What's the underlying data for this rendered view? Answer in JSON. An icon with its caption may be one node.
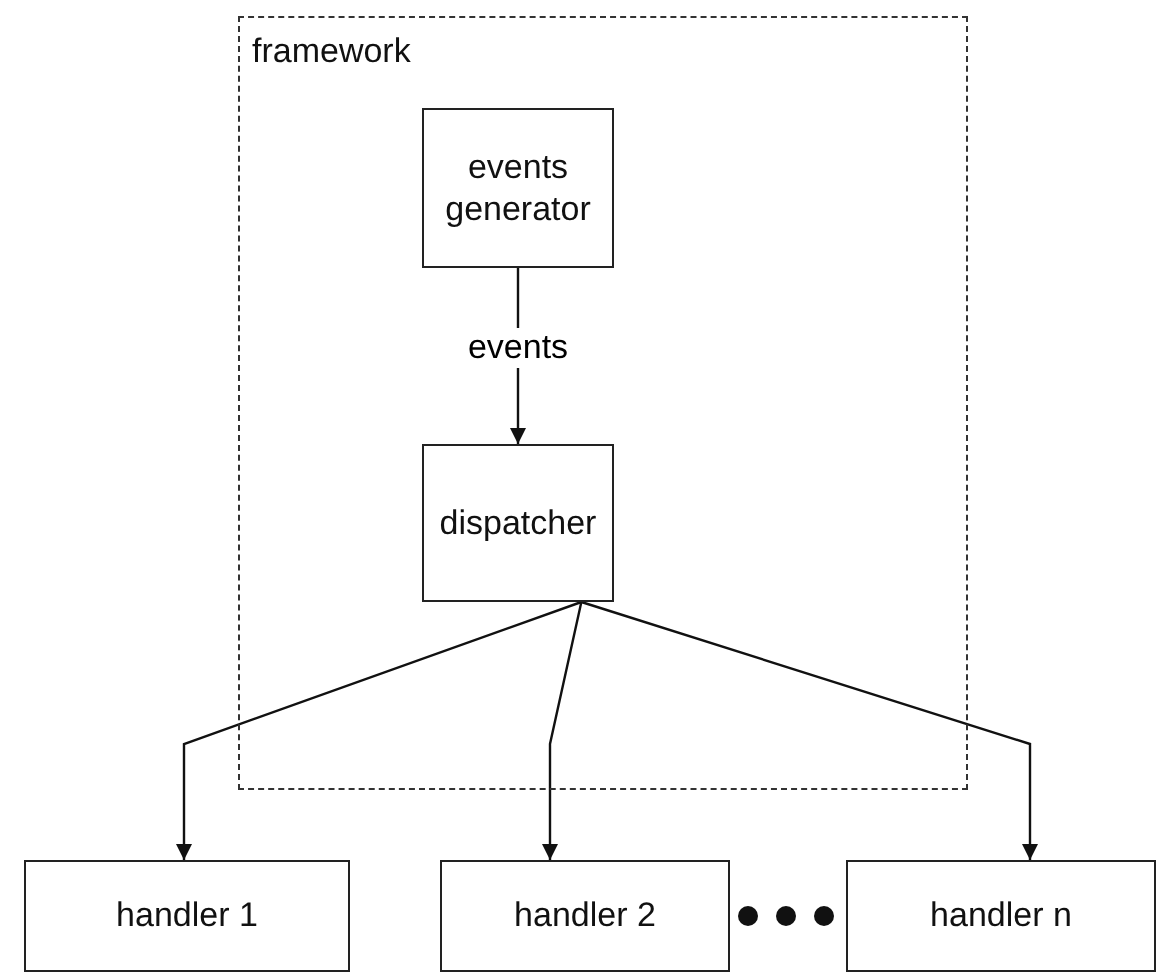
{
  "diagram": {
    "nodes": [
      {
        "text": [
          "framework"
        ]
      },
      {
        "text": [
          "events generator"
        ],
        "in": 0
      },
      {
        "text": [
          "dispatcher"
        ],
        "in": 0
      },
      {
        "text": [
          "handler 1"
        ]
      },
      {
        "text": [
          "handler 2"
        ]
      },
      {
        "text": [
          "handler n"
        ]
      }
    ],
    "edges": [
      {
        "from": 1,
        "to": 2,
        "arrow": "to",
        "label": "events"
      },
      {
        "from": 2,
        "to": 3,
        "arrow": "to"
      },
      {
        "from": 2,
        "to": 4,
        "arrow": "to"
      },
      {
        "from": 2,
        "to": 5,
        "arrow": "to"
      }
    ]
  }
}
